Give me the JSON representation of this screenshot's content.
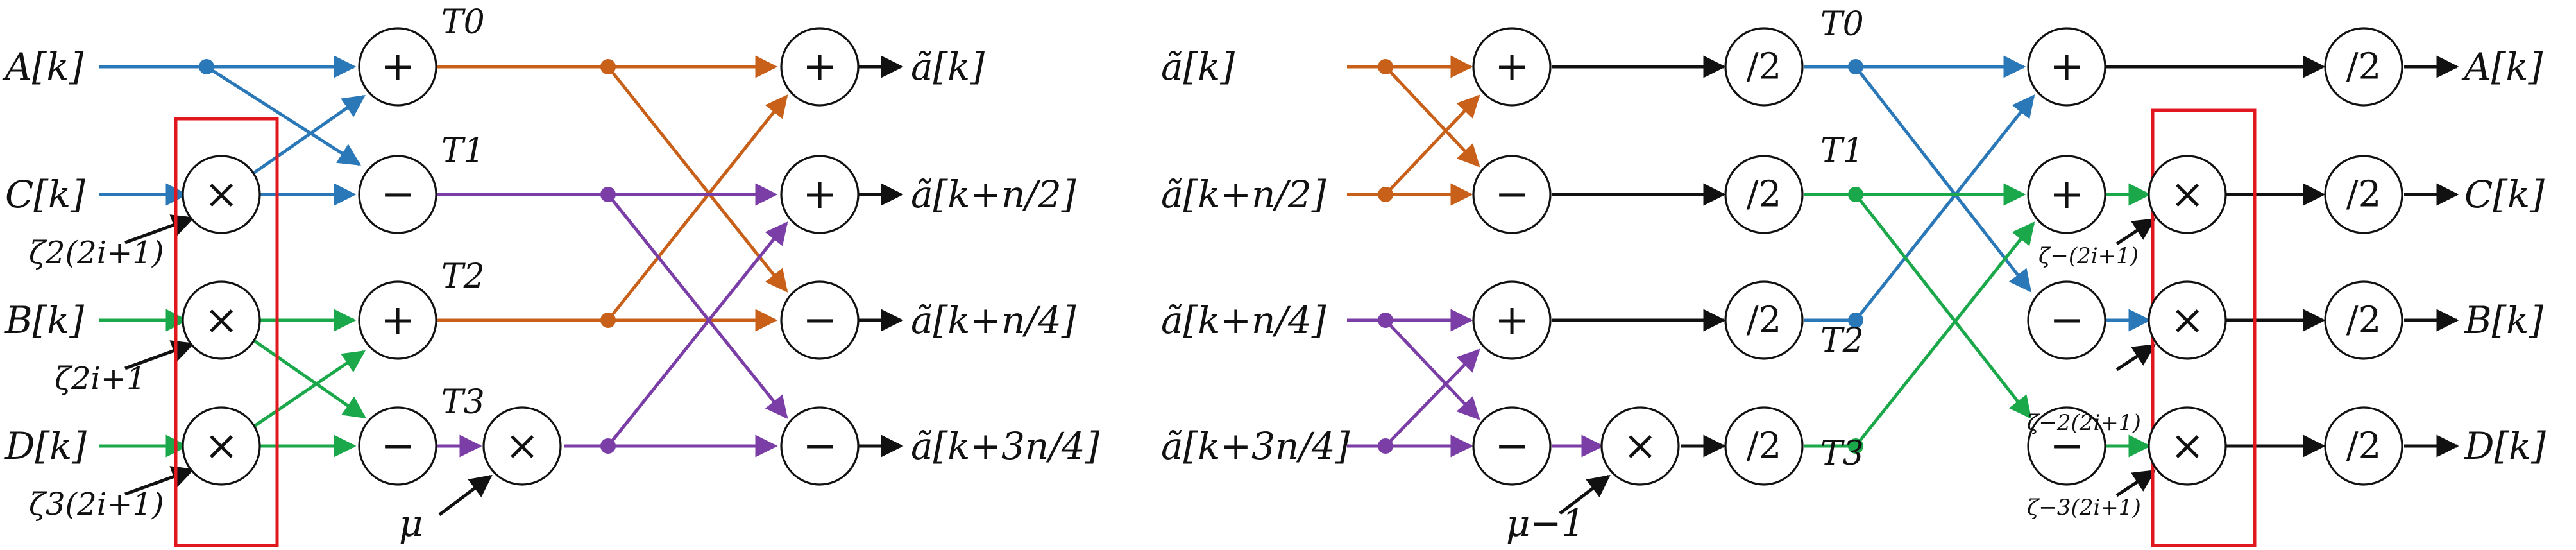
{
  "left": {
    "inputs": [
      "A[k]",
      "C[k]",
      "B[k]",
      "D[k]"
    ],
    "twiddles": [
      "ζ2(2i+1)",
      "ζ2i+1",
      "ζ3(2i+1)"
    ],
    "t_labels": [
      "T0",
      "T1",
      "T2",
      "T3"
    ],
    "mu": "μ",
    "outputs": [
      "ã[k]",
      "ã[k+n/2]",
      "ã[k+n/4]",
      "ã[k+3n/4]"
    ],
    "ops": {
      "mul": "×",
      "plus": "+",
      "minus": "−"
    }
  },
  "right": {
    "inputs": [
      "ã[k]",
      "ã[k+n/2]",
      "ã[k+n/4]",
      "ã[k+3n/4]"
    ],
    "halves": "/2",
    "t_labels": [
      "T0",
      "T1",
      "T2",
      "T3"
    ],
    "mu_inv": "μ−1",
    "twiddles": [
      "ζ−(2i+1)",
      "ζ−2(2i+1)",
      "ζ−3(2i+1)"
    ],
    "outputs": [
      "A[k]",
      "C[k]",
      "B[k]",
      "D[k]"
    ],
    "ops": {
      "mul": "×",
      "plus": "+",
      "minus": "−"
    }
  },
  "colors": {
    "blue": "#2b78b8",
    "orange": "#c8601a",
    "purple": "#7a3ea6",
    "green": "#1ba84a",
    "red_box": "#e0171e"
  }
}
